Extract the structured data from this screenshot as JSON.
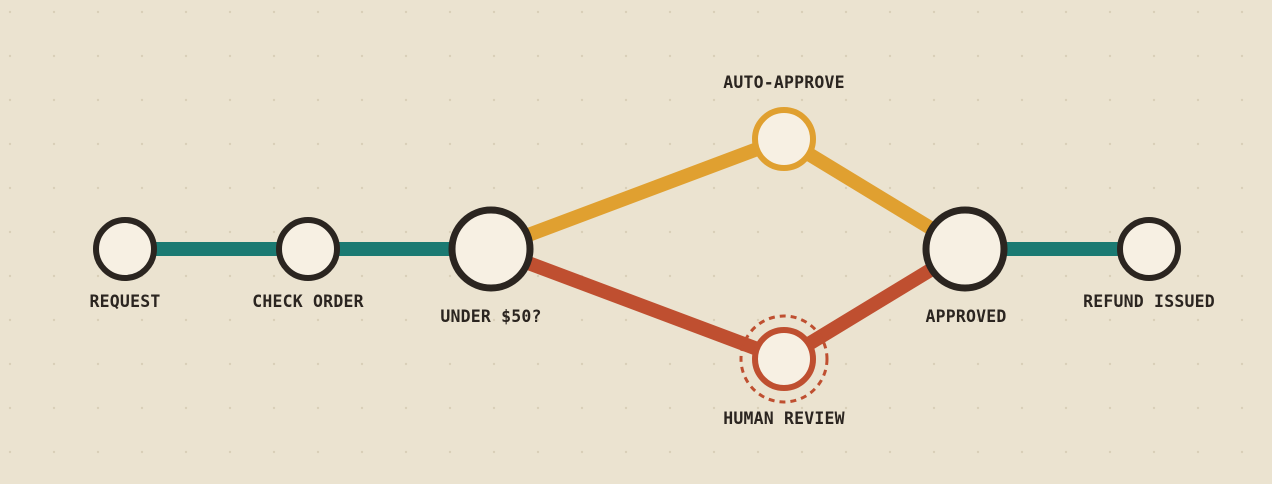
{
  "colors": {
    "background": "#ebe3d0",
    "grid_dot": "#d9cfb8",
    "node_fill": "#f7f0e3",
    "node_stroke": "#2b2520",
    "main_line": "#1b7a72",
    "auto_line": "#e0a030",
    "review_line": "#bf4f30"
  },
  "nodes": {
    "request": {
      "label": "REQUEST"
    },
    "check_order": {
      "label": "CHECK ORDER"
    },
    "under_50": {
      "label": "UNDER $50?"
    },
    "auto_approve": {
      "label": "AUTO-APPROVE"
    },
    "human_review": {
      "label": "HUMAN REVIEW"
    },
    "approved": {
      "label": "APPROVED"
    },
    "refund_issued": {
      "label": "REFUND ISSUED"
    }
  }
}
